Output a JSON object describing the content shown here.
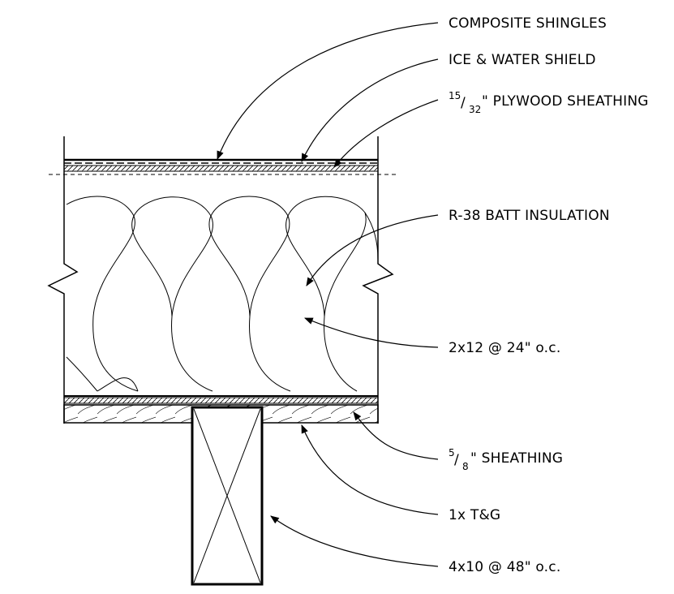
{
  "colors": {
    "ink": "#000000",
    "paper": "#ffffff"
  },
  "labels": {
    "shingles": "COMPOSITE SHINGLES",
    "ice_water": "ICE & WATER SHIELD",
    "plywood_numerator": "15",
    "plywood_denominator": "32",
    "plywood_rest": "\" PLYWOOD SHEATHING",
    "insulation": "R-38 BATT INSULATION",
    "rafter": "2x12 @ 24\" o.c.",
    "sheathing_numerator": "5",
    "sheathing_denominator": "8",
    "sheathing_rest": "\" SHEATHING",
    "tg": "1x T&G",
    "beam": "4x10 @ 48\" o.c."
  }
}
